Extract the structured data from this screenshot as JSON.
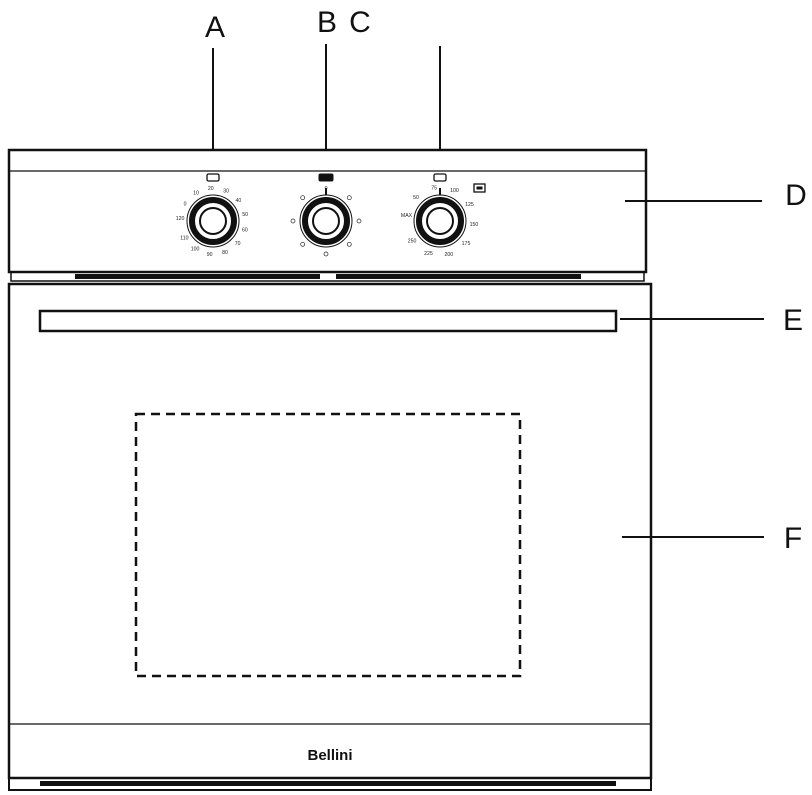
{
  "callouts": {
    "a": "A",
    "b": "B",
    "c": "C",
    "d": "D",
    "e": "E",
    "f": "F"
  },
  "brand": "Bellini",
  "knobs": {
    "timer": {
      "icon": "timer-icon",
      "scale": [
        "120",
        "0",
        "10",
        "20",
        "30",
        "40",
        "50",
        "60",
        "70",
        "80",
        "90",
        "100",
        "110"
      ]
    },
    "function": {
      "icon": "function-selector-icon",
      "scale": [
        "0",
        "",
        "",
        "",
        "",
        "",
        "",
        ""
      ]
    },
    "thermostat": {
      "icon": "thermostat-icon",
      "scale": [
        "MAX",
        "50",
        "75",
        "100",
        "125",
        "150",
        "175",
        "200",
        "225",
        "250"
      ]
    }
  },
  "colors": {
    "line": "#111111",
    "background": "#ffffff"
  }
}
